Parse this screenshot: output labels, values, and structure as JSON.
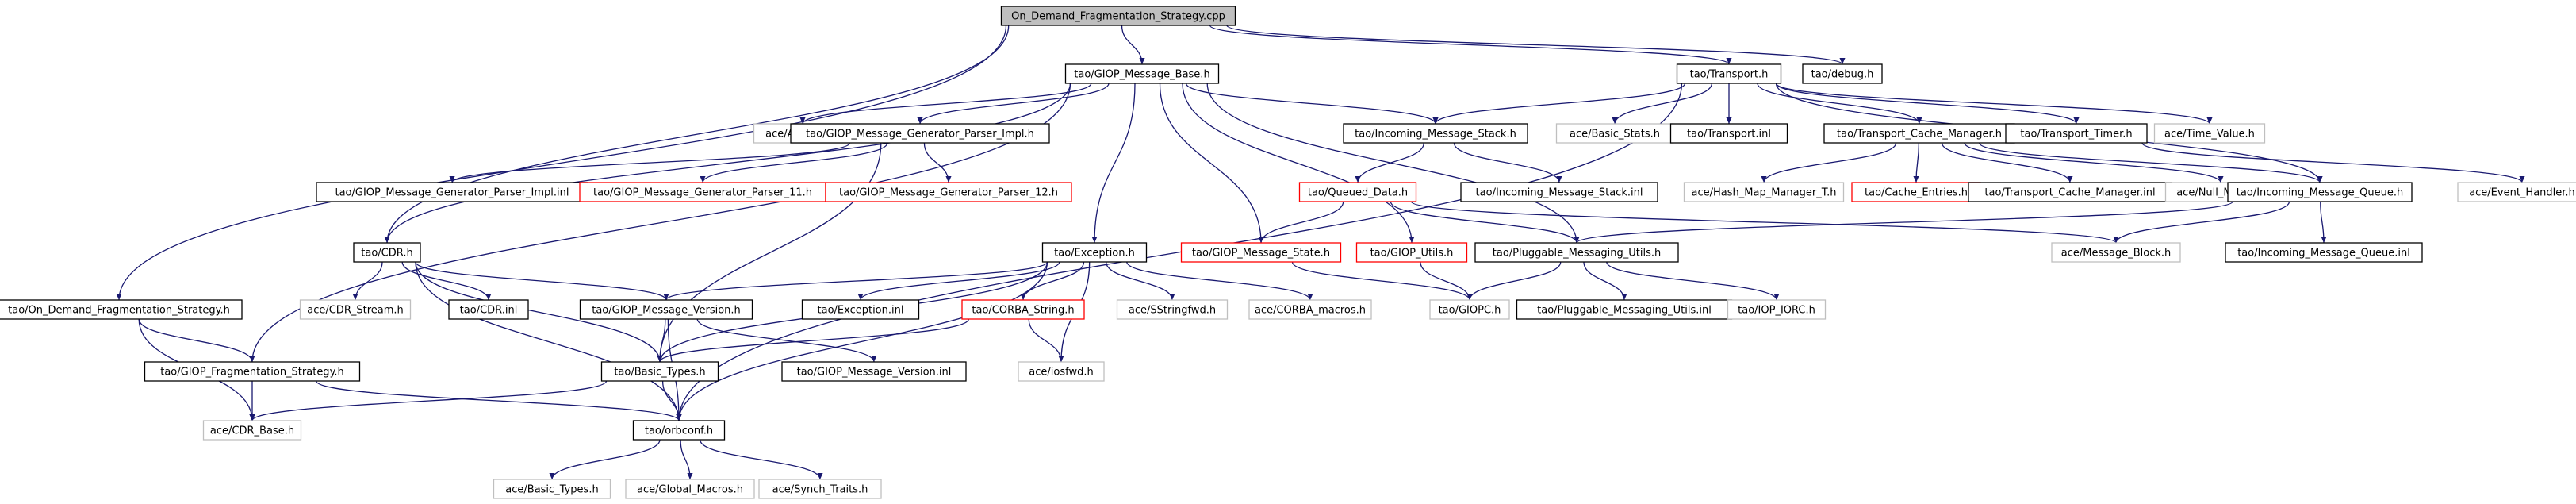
{
  "colors": {
    "edge": "#191970",
    "root_fill": "#bfbfbf",
    "normal_border": "#000000",
    "truncated_border": "#ff0000",
    "external_border": "#bfbfbf",
    "text": "#000000"
  },
  "graph": {
    "nodes": [
      {
        "id": "root",
        "label": "On_Demand_Fragmentation_Strategy.cpp",
        "kind": "root"
      },
      {
        "id": "gmb",
        "label": "tao/GIOP_Message_Base.h",
        "kind": "normal"
      },
      {
        "id": "transport",
        "label": "tao/Transport.h",
        "kind": "normal"
      },
      {
        "id": "debug",
        "label": "tao/debug.h",
        "kind": "normal"
      },
      {
        "id": "odfsh",
        "label": "tao/On_Demand_Fragmentation_Strategy.h",
        "kind": "normal"
      },
      {
        "id": "autoptr",
        "label": "ace/Auto_Ptr.h",
        "kind": "external"
      },
      {
        "id": "gmgpi",
        "label": "tao/GIOP_Message_Generator_Parser_Impl.h",
        "kind": "normal"
      },
      {
        "id": "ims",
        "label": "tao/Incoming_Message_Stack.h",
        "kind": "normal"
      },
      {
        "id": "basicstats",
        "label": "ace/Basic_Stats.h",
        "kind": "external"
      },
      {
        "id": "transportinl",
        "label": "tao/Transport.inl",
        "kind": "normal"
      },
      {
        "id": "tcm",
        "label": "tao/Transport_Cache_Manager.h",
        "kind": "normal"
      },
      {
        "id": "ttimer",
        "label": "tao/Transport_Timer.h",
        "kind": "normal"
      },
      {
        "id": "timevalue",
        "label": "ace/Time_Value.h",
        "kind": "external"
      },
      {
        "id": "gmgpiinl",
        "label": "tao/GIOP_Message_Generator_Parser_Impl.inl",
        "kind": "normal"
      },
      {
        "id": "gmgp11",
        "label": "tao/GIOP_Message_Generator_Parser_11.h",
        "kind": "truncated"
      },
      {
        "id": "gmgp12",
        "label": "tao/GIOP_Message_Generator_Parser_12.h",
        "kind": "truncated"
      },
      {
        "id": "queued",
        "label": "tao/Queued_Data.h",
        "kind": "truncated"
      },
      {
        "id": "imsinl",
        "label": "tao/Incoming_Message_Stack.inl",
        "kind": "normal"
      },
      {
        "id": "hashmap",
        "label": "ace/Hash_Map_Manager_T.h",
        "kind": "external"
      },
      {
        "id": "cacheentries",
        "label": "tao/Cache_Entries.h",
        "kind": "truncated"
      },
      {
        "id": "tcminl",
        "label": "tao/Transport_Cache_Manager.inl",
        "kind": "normal"
      },
      {
        "id": "nullmutex",
        "label": "ace/Null_Mutex.h",
        "kind": "external"
      },
      {
        "id": "imq",
        "label": "tao/Incoming_Message_Queue.h",
        "kind": "normal"
      },
      {
        "id": "eventhandler",
        "label": "ace/Event_Handler.h",
        "kind": "external"
      },
      {
        "id": "cdr",
        "label": "tao/CDR.h",
        "kind": "normal"
      },
      {
        "id": "exception",
        "label": "tao/Exception.h",
        "kind": "normal"
      },
      {
        "id": "gms",
        "label": "tao/GIOP_Message_State.h",
        "kind": "truncated"
      },
      {
        "id": "giopu",
        "label": "tao/GIOP_Utils.h",
        "kind": "truncated"
      },
      {
        "id": "pmu",
        "label": "tao/Pluggable_Messaging_Utils.h",
        "kind": "normal"
      },
      {
        "id": "msgblock",
        "label": "ace/Message_Block.h",
        "kind": "external"
      },
      {
        "id": "imqinl",
        "label": "tao/Incoming_Message_Queue.inl",
        "kind": "normal"
      },
      {
        "id": "cdrstream",
        "label": "ace/CDR_Stream.h",
        "kind": "external"
      },
      {
        "id": "cdrinl",
        "label": "tao/CDR.inl",
        "kind": "normal"
      },
      {
        "id": "gmv",
        "label": "tao/GIOP_Message_Version.h",
        "kind": "normal"
      },
      {
        "id": "excinl",
        "label": "tao/Exception.inl",
        "kind": "normal"
      },
      {
        "id": "corbastr",
        "label": "tao/CORBA_String.h",
        "kind": "truncated"
      },
      {
        "id": "sstringfwd",
        "label": "ace/SStringfwd.h",
        "kind": "external"
      },
      {
        "id": "corbamacros",
        "label": "ace/CORBA_macros.h",
        "kind": "external"
      },
      {
        "id": "giopc",
        "label": "tao/GIOPC.h",
        "kind": "external"
      },
      {
        "id": "pmuinl",
        "label": "tao/Pluggable_Messaging_Utils.inl",
        "kind": "normal"
      },
      {
        "id": "iopiorc",
        "label": "tao/IOP_IORC.h",
        "kind": "external"
      },
      {
        "id": "gfs",
        "label": "tao/GIOP_Fragmentation_Strategy.h",
        "kind": "normal"
      },
      {
        "id": "basictypes",
        "label": "tao/Basic_Types.h",
        "kind": "normal"
      },
      {
        "id": "gmvinl",
        "label": "tao/GIOP_Message_Version.inl",
        "kind": "normal"
      },
      {
        "id": "iosfwd",
        "label": "ace/iosfwd.h",
        "kind": "external"
      },
      {
        "id": "cdrbase",
        "label": "ace/CDR_Base.h",
        "kind": "external"
      },
      {
        "id": "orbconf",
        "label": "tao/orbconf.h",
        "kind": "normal"
      },
      {
        "id": "acebasictypes",
        "label": "ace/Basic_Types.h",
        "kind": "external"
      },
      {
        "id": "globalmacros",
        "label": "ace/Global_Macros.h",
        "kind": "external"
      },
      {
        "id": "synchtraits",
        "label": "ace/Synch_Traits.h",
        "kind": "external"
      }
    ],
    "edges": [
      [
        "root",
        "gmb"
      ],
      [
        "root",
        "transport"
      ],
      [
        "root",
        "debug"
      ],
      [
        "root",
        "odfsh"
      ],
      [
        "root",
        "cdr"
      ],
      [
        "gmb",
        "autoptr"
      ],
      [
        "gmb",
        "gmgpi"
      ],
      [
        "gmb",
        "ims"
      ],
      [
        "gmb",
        "exception"
      ],
      [
        "gmb",
        "gms"
      ],
      [
        "gmb",
        "giopu"
      ],
      [
        "gmb",
        "pmu"
      ],
      [
        "gmb",
        "cdr"
      ],
      [
        "gmb",
        "gfs"
      ],
      [
        "transport",
        "ims"
      ],
      [
        "transport",
        "basicstats"
      ],
      [
        "transport",
        "transportinl"
      ],
      [
        "transport",
        "tcm"
      ],
      [
        "transport",
        "ttimer"
      ],
      [
        "transport",
        "timevalue"
      ],
      [
        "transport",
        "imq"
      ],
      [
        "transport",
        "orbconf"
      ],
      [
        "gmgpi",
        "gmgpiinl"
      ],
      [
        "gmgpi",
        "gmgp11"
      ],
      [
        "gmgpi",
        "gmgp12"
      ],
      [
        "gmgpi",
        "basictypes"
      ],
      [
        "ims",
        "queued"
      ],
      [
        "ims",
        "imsinl"
      ],
      [
        "tcm",
        "hashmap"
      ],
      [
        "tcm",
        "cacheentries"
      ],
      [
        "tcm",
        "tcminl"
      ],
      [
        "tcm",
        "nullmutex"
      ],
      [
        "tcm",
        "imq"
      ],
      [
        "ttimer",
        "eventhandler"
      ],
      [
        "queued",
        "gms"
      ],
      [
        "queued",
        "pmu"
      ],
      [
        "queued",
        "msgblock"
      ],
      [
        "imq",
        "pmu"
      ],
      [
        "imq",
        "msgblock"
      ],
      [
        "imq",
        "imqinl"
      ],
      [
        "cdr",
        "cdrstream"
      ],
      [
        "cdr",
        "cdrinl"
      ],
      [
        "cdr",
        "gmv"
      ],
      [
        "cdr",
        "basictypes"
      ],
      [
        "cdr",
        "orbconf"
      ],
      [
        "exception",
        "gmv"
      ],
      [
        "exception",
        "excinl"
      ],
      [
        "exception",
        "corbastr"
      ],
      [
        "exception",
        "sstringfwd"
      ],
      [
        "exception",
        "corbamacros"
      ],
      [
        "exception",
        "iosfwd"
      ],
      [
        "exception",
        "orbconf"
      ],
      [
        "exception",
        "basictypes"
      ],
      [
        "gms",
        "giopc"
      ],
      [
        "giopu",
        "giopc"
      ],
      [
        "pmu",
        "giopc"
      ],
      [
        "pmu",
        "pmuinl"
      ],
      [
        "pmu",
        "iopiorc"
      ],
      [
        "odfsh",
        "gfs"
      ],
      [
        "odfsh",
        "cdrbase"
      ],
      [
        "gmv",
        "basictypes"
      ],
      [
        "gmv",
        "gmvinl"
      ],
      [
        "gmv",
        "orbconf"
      ],
      [
        "corbastr",
        "basictypes"
      ],
      [
        "corbastr",
        "iosfwd"
      ],
      [
        "gfs",
        "cdrbase"
      ],
      [
        "gfs",
        "orbconf"
      ],
      [
        "basictypes",
        "cdrbase"
      ],
      [
        "basictypes",
        "orbconf"
      ],
      [
        "orbconf",
        "acebasictypes"
      ],
      [
        "orbconf",
        "globalmacros"
      ],
      [
        "orbconf",
        "synchtraits"
      ]
    ]
  }
}
